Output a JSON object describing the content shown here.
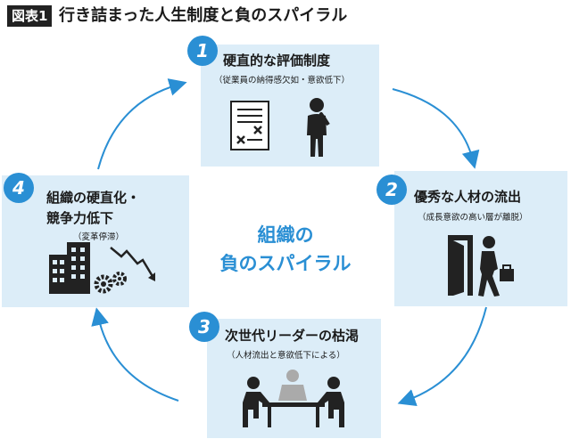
{
  "figure": {
    "label": "図表1",
    "title": "行き詰まった人生制度と負のスパイラル"
  },
  "center": {
    "line1": "組織の",
    "line2": "負のスパイラル"
  },
  "steps": [
    {
      "number": "1",
      "title": "硬直的な評価制度",
      "subtitle": "（従業員の納得感欠如・意欲低下）"
    },
    {
      "number": "2",
      "title": "優秀な人材の流出",
      "subtitle": "（成長意欲の高い層が離脱）"
    },
    {
      "number": "3",
      "title": "次世代リーダーの枯渇",
      "subtitle": "（人材流出と意欲低下による）"
    },
    {
      "number": "4",
      "title_line1": "組織の硬直化・",
      "title_line2": "競争力低下",
      "subtitle": "（変革停滞）"
    }
  ],
  "colors": {
    "accent": "#2a8fd4",
    "card_bg": "#dcedf8",
    "icon": "#222222",
    "arrow": "#2a8fd4"
  },
  "icons": [
    "document-icon",
    "thinking-person-icon",
    "exit-door-person-icon",
    "meeting-table-icon",
    "buildings-icon",
    "gears-icon",
    "declining-chart-icon"
  ]
}
